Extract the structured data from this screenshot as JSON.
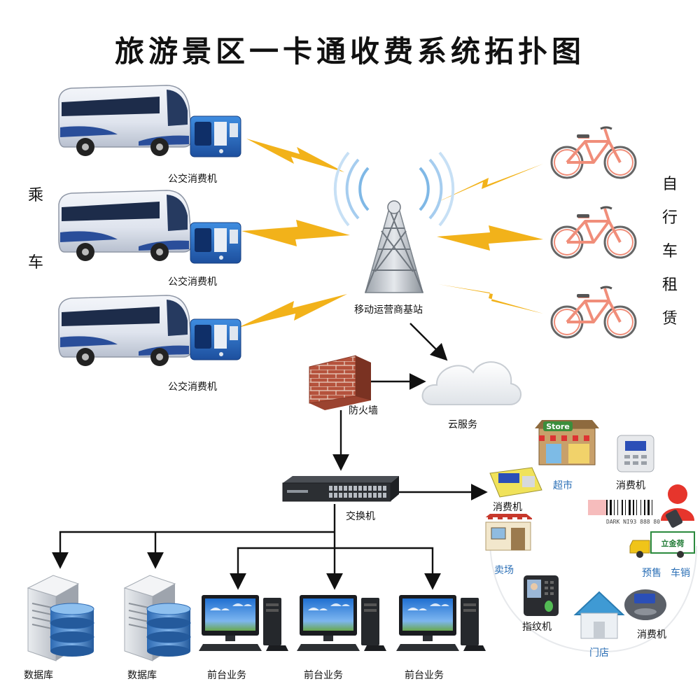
{
  "title": "旅游景区一卡通收费系统拓扑图",
  "left_vertical": [
    "乘",
    "车"
  ],
  "right_vertical": [
    "自",
    "行",
    "车",
    "租",
    "赁"
  ],
  "bus_terminal_label": "公交消费机",
  "base_station_label": "移动运营商基站",
  "firewall_label": "防火墙",
  "cloud_label": "云服务",
  "switch_label": "交换机",
  "database_label": "数据库",
  "frontdesk_label": "前台业务",
  "supermarket_label": "超市",
  "pos_label": "消费机",
  "store_sign": "Store",
  "shop_label": "卖场",
  "fingerprint_label": "指纹机",
  "door_store_label": "门店",
  "presale_label": "预售",
  "vehicle_sale_label": "车销",
  "barcode_text": "DARK NI93 888 80",
  "truck_sign": "立金荷",
  "colors": {
    "signal": "#f2b21a",
    "bus_blue": "#2a4e9a",
    "accent_blue": "#2b6fb6",
    "brick": "#b5523c",
    "bike_frame": "#f08e7a"
  }
}
